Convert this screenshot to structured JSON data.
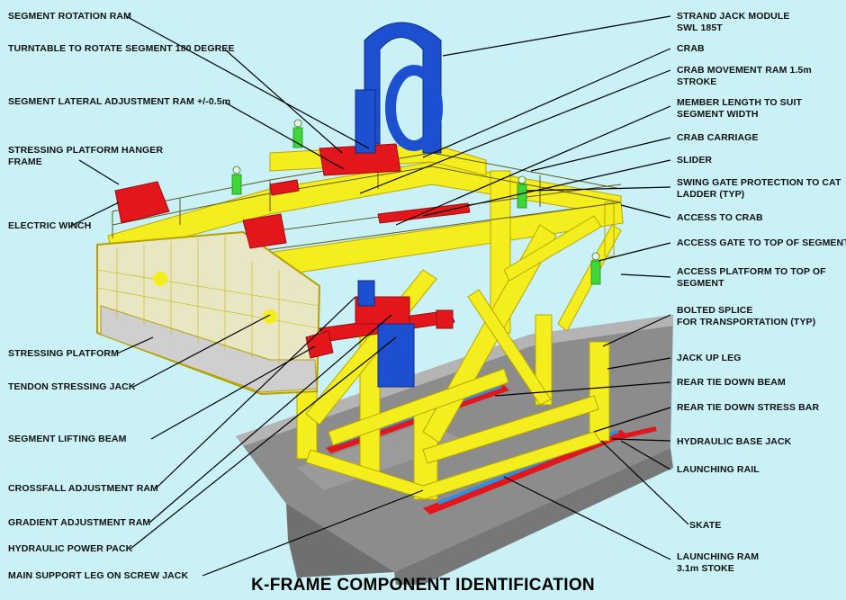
{
  "title": "K-FRAME COMPONENT IDENTIFICATION",
  "colors": {
    "background": "#c9f1f6",
    "frame_yellow": "#f4ee1e",
    "frame_shadow": "#c9b800",
    "deck_gray": "#8a8a8a",
    "jack_blue": "#1d4fd1",
    "ram_red": "#e3161c",
    "worker_green": "#3fd63a"
  },
  "labels_left": [
    {
      "id": "segment-rotation-ram",
      "line1": "SEGMENT ROTATION RAM"
    },
    {
      "id": "turntable",
      "line1": "TURNTABLE TO ROTATE SEGMENT 180 DEGREE"
    },
    {
      "id": "segment-lateral-adjustment-ram",
      "line1": "SEGMENT LATERAL ADJUSTMENT RAM +/-0.5m"
    },
    {
      "id": "stressing-platform-hanger-frame",
      "line1": "STRESSING PLATFORM HANGER",
      "line2": "FRAME"
    },
    {
      "id": "electric-winch",
      "line1": "ELECTRIC WINCH"
    },
    {
      "id": "stressing-platform",
      "line1": "STRESSING PLATFORM"
    },
    {
      "id": "tendon-stressing-jack",
      "line1": "TENDON STRESSING JACK"
    },
    {
      "id": "segment-lifting-beam",
      "line1": "SEGMENT LIFTING BEAM"
    },
    {
      "id": "crossfall-adjustment-ram",
      "line1": "CROSSFALL ADJUSTMENT RAM"
    },
    {
      "id": "gradient-adjustment-ram",
      "line1": "GRADIENT ADJUSTMENT RAM"
    },
    {
      "id": "hydraulic-power-pack",
      "line1": "HYDRAULIC POWER PACK"
    },
    {
      "id": "main-support-leg",
      "line1": "MAIN SUPPORT LEG ON SCREW JACK"
    }
  ],
  "labels_right": [
    {
      "id": "strand-jack-module",
      "line1": "STRAND JACK MODULE",
      "line2": "SWL 185T"
    },
    {
      "id": "crab",
      "line1": "CRAB"
    },
    {
      "id": "crab-movement-ram",
      "line1": "CRAB MOVEMENT RAM 1.5m",
      "line2": "STROKE"
    },
    {
      "id": "member-length",
      "line1": "MEMBER LENGTH TO SUIT",
      "line2": "SEGMENT WIDTH"
    },
    {
      "id": "crab-carriage",
      "line1": "CRAB CARRIAGE"
    },
    {
      "id": "slider",
      "line1": "SLIDER"
    },
    {
      "id": "swing-gate-protection",
      "line1": "SWING GATE PROTECTION TO CAT",
      "line2": "LADDER (TYP)"
    },
    {
      "id": "access-to-crab",
      "line1": "ACCESS TO CRAB"
    },
    {
      "id": "access-gate",
      "line1": "ACCESS GATE TO TOP OF SEGMENT"
    },
    {
      "id": "access-platform",
      "line1": "ACCESS PLATFORM TO TOP OF",
      "line2": "SEGMENT"
    },
    {
      "id": "bolted-splice",
      "line1": "BOLTED SPLICE",
      "line2": "FOR TRANSPORTATION (TYP)"
    },
    {
      "id": "jack-up-leg",
      "line1": "JACK UP LEG"
    },
    {
      "id": "rear-tie-down-beam",
      "line1": "REAR TIE DOWN BEAM"
    },
    {
      "id": "rear-tie-down-stress-bar",
      "line1": "REAR TIE DOWN STRESS BAR"
    },
    {
      "id": "hydraulic-base-jack",
      "line1": "HYDRAULIC BASE JACK"
    },
    {
      "id": "launching-rail",
      "line1": "LAUNCHING RAIL"
    },
    {
      "id": "skate",
      "line1": "SKATE"
    },
    {
      "id": "launching-ram",
      "line1": "LAUNCHING RAM",
      "line2": "3.1m STOKE"
    }
  ]
}
